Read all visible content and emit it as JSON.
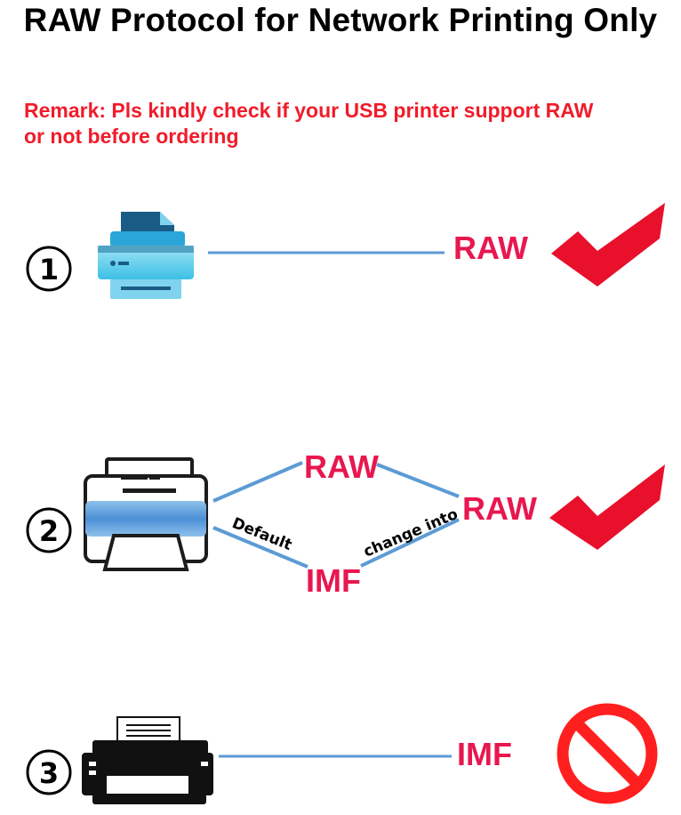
{
  "title": "RAW Protocol for Network Printing Only",
  "remark": {
    "line1": "Remark: Pls kindly check if your USB printer support RAW",
    "line2": "or not before ordering"
  },
  "rows": [
    {
      "number": "①",
      "protocol": "RAW",
      "result_icon": "check-icon"
    },
    {
      "number": "②",
      "top_label": "RAW",
      "bottom_label": "IMF",
      "result_label": "RAW",
      "default_label": "Default",
      "change_label": "change into",
      "result_icon": "check-icon"
    },
    {
      "number": "③",
      "protocol": "IMF",
      "result_icon": "prohibited-icon"
    }
  ],
  "colors": {
    "title": "#000000",
    "remark": "#f01c2a",
    "label": "#e8174f",
    "line": "#5b9bd5",
    "check": "#e8102b"
  }
}
